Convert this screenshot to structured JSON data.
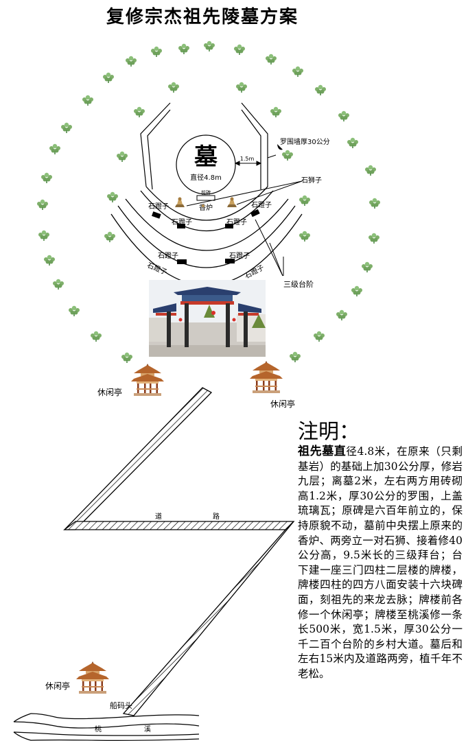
{
  "title": "复修宗杰祖先陵墓方案",
  "tomb": {
    "char": "墓",
    "diameter": "直径4.8m",
    "gap": "1.5m",
    "stele": "前碑",
    "incense": "香炉"
  },
  "labels": {
    "wall_thickness": "罗围墙厚30公分",
    "lions": "石狮子",
    "stool": "石蹬子",
    "steps": "三级台阶",
    "pavilion": "休闲亭",
    "road_1": "道",
    "road_2": "路",
    "pier": "船码头",
    "creek_1": "桃",
    "creek_2": "溪"
  },
  "notes": {
    "title": "注明：",
    "lead": "祖先墓直",
    "body": "径4.8米，在原来（只剩基岩）的基础上加30公分厚，修岩九层；离墓2米，左右两方用砖砌高1.2米，厚30公分的罗围，上盖琉璃瓦；原碑是六百年前立的，保持原貌不动，墓前中央摆上原来的香炉、两旁立一对石狮、接着修40公分高，9.5米长的三级拜台；台下建一座三门四柱二层楼的牌楼，牌楼四柱的四方八面安装十六块碑面，刻祖先的来龙去脉；牌楼前各修一个休闲亭；牌楼至桃溪修一条长500米，宽1.5米，厚30公分一千二百个台阶的乡村大道。墓后和左右15米内及道路两旁，植千年不老松。"
  },
  "colors": {
    "tree": "#7fb06a",
    "tree_dark": "#4f8a45",
    "roof": "#b5652c",
    "pillar": "#8b3b1b",
    "gate_blue": "#2a3f6e"
  }
}
